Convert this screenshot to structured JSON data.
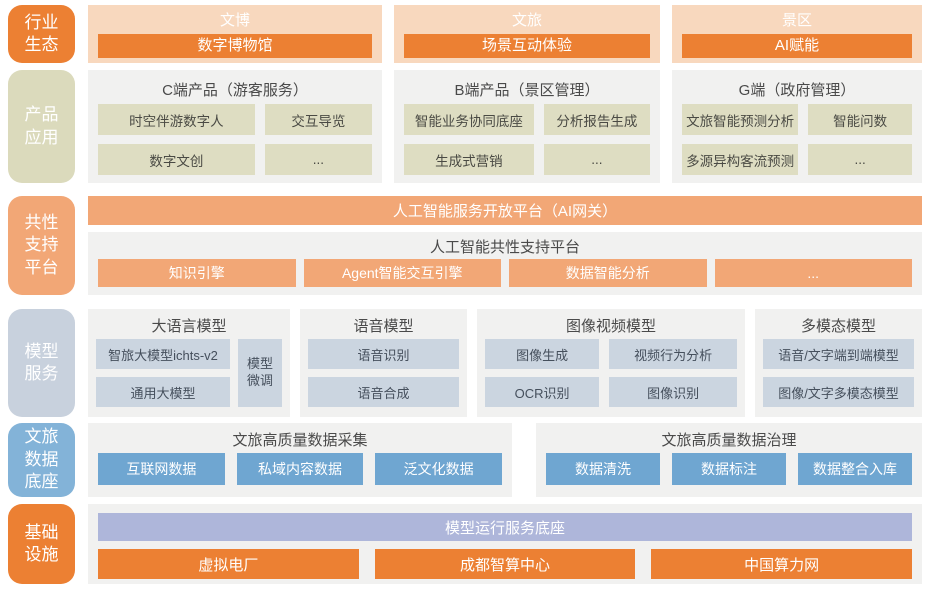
{
  "diagram": {
    "industry": {
      "label": "行业\n生态",
      "columns": [
        {
          "title": "文博",
          "bar": "数字博物馆"
        },
        {
          "title": "文旅",
          "bar": "场景互动体验"
        },
        {
          "title": "景区",
          "bar": "AI赋能"
        }
      ]
    },
    "products": {
      "label": "产品\n应用",
      "groups": [
        {
          "heading": "C端产品（游客服务）",
          "items": [
            "时空伴游数字人",
            "交互导览",
            "数字文创",
            "..."
          ]
        },
        {
          "heading": "B端产品（景区管理）",
          "items": [
            "智能业务协同底座",
            "分析报告生成",
            "生成式营销",
            "..."
          ]
        },
        {
          "heading": "G端（政府管理）",
          "items": [
            "文旅智能预测分析",
            "智能问数",
            "多源异构客流预测",
            "..."
          ]
        }
      ]
    },
    "common": {
      "label": "共性\n支持\n平台",
      "gateway": "人工智能服务开放平台（AI网关）",
      "heading": "人工智能共性支持平台",
      "items": [
        "知识引擎",
        "Agent智能交互引擎",
        "数据智能分析",
        "..."
      ]
    },
    "models": {
      "label": "模型\n服务",
      "llm": {
        "heading": "大语言模型",
        "items": [
          "智旅大模型ichts-v2",
          "通用大模型"
        ],
        "side": "模型\n微调"
      },
      "speech": {
        "heading": "语音模型",
        "items": [
          "语音识别",
          "语音合成"
        ]
      },
      "vision": {
        "heading": "图像视频模型",
        "items": [
          "图像生成",
          "视频行为分析",
          "OCR识别",
          "图像识别"
        ]
      },
      "multimodal": {
        "heading": "多模态模型",
        "items": [
          "语音/文字端到端模型",
          "图像/文字多模态模型"
        ]
      }
    },
    "data": {
      "label": "文旅\n数据\n底座",
      "groups": [
        {
          "heading": "文旅高质量数据采集",
          "items": [
            "互联网数据",
            "私域内容数据",
            "泛文化数据"
          ]
        },
        {
          "heading": "文旅高质量数据治理",
          "items": [
            "数据清洗",
            "数据标注",
            "数据整合入库"
          ]
        }
      ]
    },
    "infra": {
      "label": "基础\n设施",
      "bar": "模型运行服务底座",
      "items": [
        "虚拟电厂",
        "成都智算中心",
        "中国算力网"
      ]
    },
    "colors": {
      "orange": "#EC8033",
      "peach": "#F8D8BE",
      "light_orange": "#F2A776",
      "olive_label": "#DBDABC",
      "olive_item": "#DEDDC2",
      "panel_gray": "#F1F1F0",
      "bluegray_label": "#C8D1DD",
      "bluegray_item": "#CBD5E0",
      "blue_label": "#83B3D8",
      "blue_item": "#6FA6D1",
      "periwinkle": "#AEB6DA"
    }
  }
}
